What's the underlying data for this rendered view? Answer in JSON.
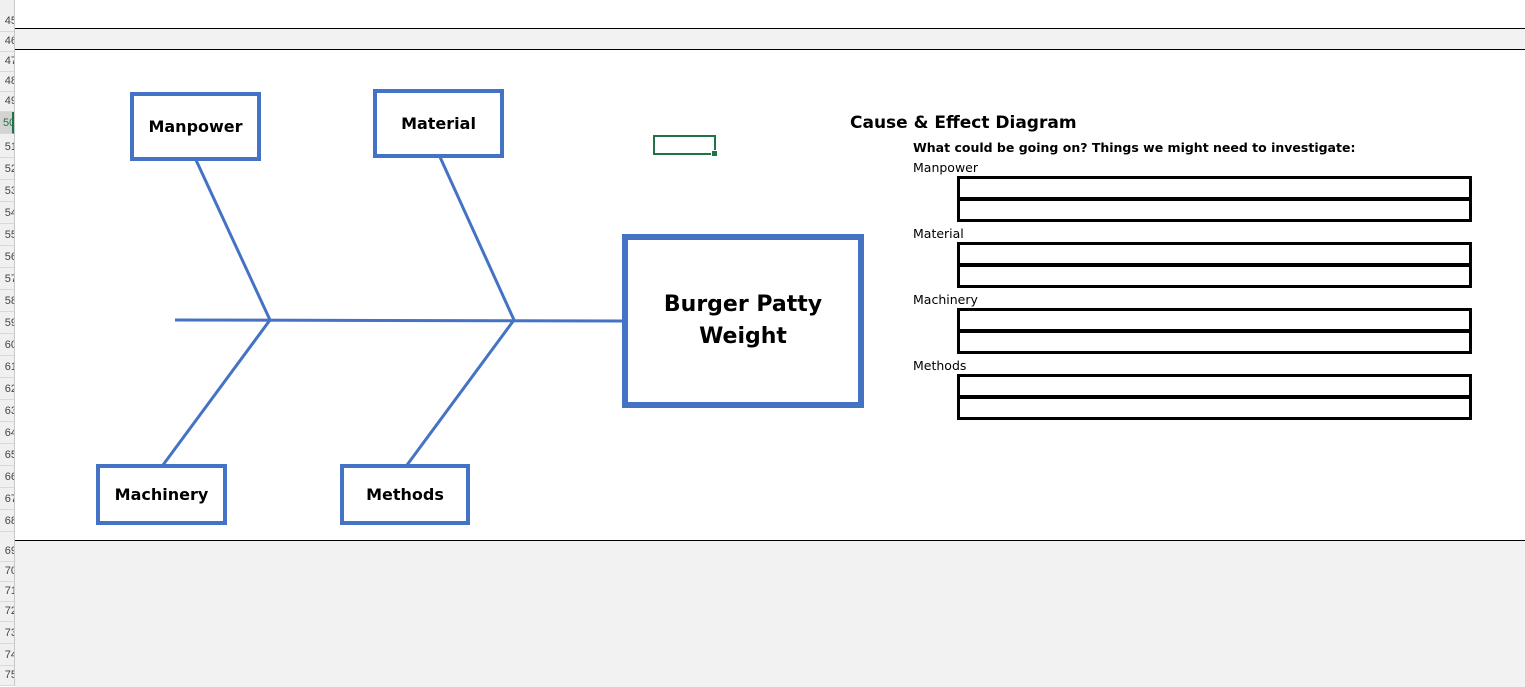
{
  "row_headers": [
    "45",
    "46",
    "47",
    "48",
    "49",
    "50",
    "51",
    "52",
    "53",
    "54",
    "55",
    "56",
    "57",
    "58",
    "59",
    "60",
    "61",
    "62",
    "63",
    "64",
    "65",
    "66",
    "67",
    "68",
    "69",
    "70",
    "71",
    "72",
    "73",
    "74",
    "75"
  ],
  "active_row": "50",
  "diagram": {
    "effect": "Burger Patty Weight",
    "causes": {
      "manpower": "Manpower",
      "material": "Material",
      "machinery": "Machinery",
      "methods": "Methods"
    },
    "line_color": "#4472c4"
  },
  "panel": {
    "title": "Cause & Effect Diagram",
    "subtitle": "What could be going on?  Things we might need to investigate:",
    "sections": [
      {
        "label": "Manpower",
        "rows": [
          "",
          ""
        ]
      },
      {
        "label": "Material",
        "rows": [
          "",
          ""
        ]
      },
      {
        "label": "Machinery",
        "rows": [
          "",
          ""
        ]
      },
      {
        "label": "Methods",
        "rows": [
          "",
          ""
        ]
      }
    ]
  },
  "selection_color": "#217346"
}
